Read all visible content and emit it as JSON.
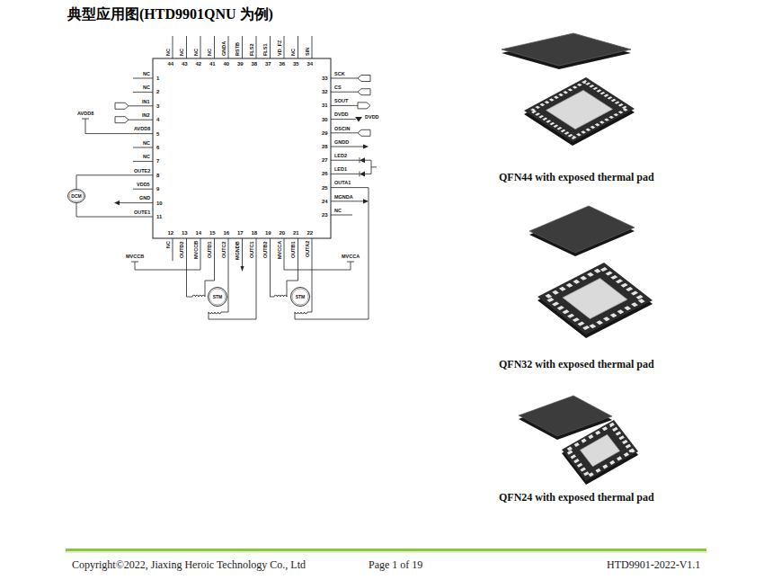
{
  "diagram": {
    "title": "典型应用图(HTD9901QNU 为例)",
    "nodes": [
      {
        "text": [
          "DCM"
        ]
      },
      {
        "text": [
          "STM"
        ]
      },
      {
        "text": [
          "STM"
        ]
      }
    ],
    "labels": [
      "NC",
      "NC",
      "IN1",
      "IN2",
      "AVDD8",
      "NC",
      "NC",
      "OUTE2",
      "VDD5",
      "GND",
      "OUTE1",
      "NC",
      "OUTD2",
      "MVCCB",
      "OUTD1",
      "OUTC2",
      "MGNDB",
      "OUTC1",
      "OUTB2",
      "MVCCA",
      "OUTB1",
      "OUTA2",
      "NC",
      "MGNDA",
      "OUTA1",
      "LED1",
      "LED2",
      "GNDD",
      "OSCIN",
      "DVDD",
      "SOUT",
      "CS",
      "SCK",
      "SIN",
      "NC",
      "VD_FZ",
      "FLS1",
      "FLS2",
      "RSTB",
      "GNDA",
      "NC",
      "NC",
      "NC",
      "NC",
      "1",
      "2",
      "3",
      "4",
      "5",
      "6",
      "7",
      "8",
      "9",
      "10",
      "11",
      "12",
      "13",
      "14",
      "15",
      "16",
      "17",
      "18",
      "19",
      "20",
      "21",
      "22",
      "23",
      "24",
      "25",
      "26",
      "27",
      "28",
      "29",
      "30",
      "31",
      "32",
      "33",
      "34",
      "35",
      "36",
      "37",
      "38",
      "39",
      "40",
      "41",
      "42",
      "43",
      "44",
      "AVDD8",
      "DVDD",
      "MVCCB",
      "MVCCA",
      "QFN44 with exposed thermal pad",
      "QFN32 with exposed thermal pad",
      "QFN24 with exposed thermal pad",
      "Copyright©2022, Jiaxing Heroic Technology Co., Ltd",
      "Page 1 of 19",
      "HTD9901-2022-V1.1"
    ]
  }
}
